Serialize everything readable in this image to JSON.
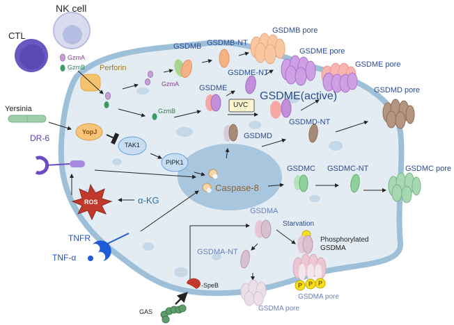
{
  "title": "Gasdermin activation pathways and pore formation",
  "cells": {
    "nk_cell": "NK cell",
    "ctl": "CTL"
  },
  "granzymes": {
    "gzma": "GzmA",
    "gzmb": "GzmB",
    "perforin": "Perforin",
    "gzma_inner": "GzmA",
    "gzmb_inner": "GzmB"
  },
  "pathogens": {
    "yersinia": "Yersinia",
    "yopj": "YopJ",
    "gas": "GAS",
    "speb": "-SpeB"
  },
  "signaling": {
    "tak1": "TAK1",
    "pipk1": "PIPK1",
    "dr6": "DR-6",
    "ros": "ROS",
    "akg": "α-KG",
    "tnfr": "TNFR",
    "tnfa": "TNF-α",
    "caspase8": "Caspase-8",
    "uvc": "UVC",
    "starvation": "Starvation"
  },
  "gasdermins": {
    "gsdmb": "GSDMB",
    "gsdmb_nt": "GSDMB-NT",
    "gsdmb_pore": "GSDMB pore",
    "gsdme": "GSDME",
    "gsdme_nt": "GSDME-NT",
    "gsdme_pore_1": "GSDME pore",
    "gsdme_pore_2": "GSDME pore",
    "gsdme_active": "GSDME(active)",
    "gsdmd": "GSDMD",
    "gsdmd_nt": "GSDMD-NT",
    "gsdmd_pore": "GSDMD pore",
    "gsdmc": "GSDMC",
    "gsdmc_nt": "GSDMC-NT",
    "gsdmc_pore": "GSDMC pore",
    "gsdma": "GSDMA",
    "gsdma_nt": "GSDMA-NT",
    "gsdma_pore_1": "GSDMA pore",
    "gsdma_pore_2": "GSDMA pore",
    "phospho_gsdma_line1": "Phosphorylated",
    "phospho_gsdma_line2": "GSDMA",
    "phospho_symbol": "P"
  },
  "colors": {
    "cytoplasm": "#e3ecf3",
    "membrane": "#9dbfd8",
    "nucleus": "#9ebfd9",
    "label_blue": "#2b4a8f",
    "gsdmb": "#f4b183",
    "gsdme": "#c38fdc",
    "gsdmd": "#a88a76",
    "gsdmc": "#8fd09a",
    "gsdma": "#d9c0cf",
    "ros": "#c0392b",
    "yopj": "#f7c47a",
    "tnf": "#1f5bd8"
  }
}
